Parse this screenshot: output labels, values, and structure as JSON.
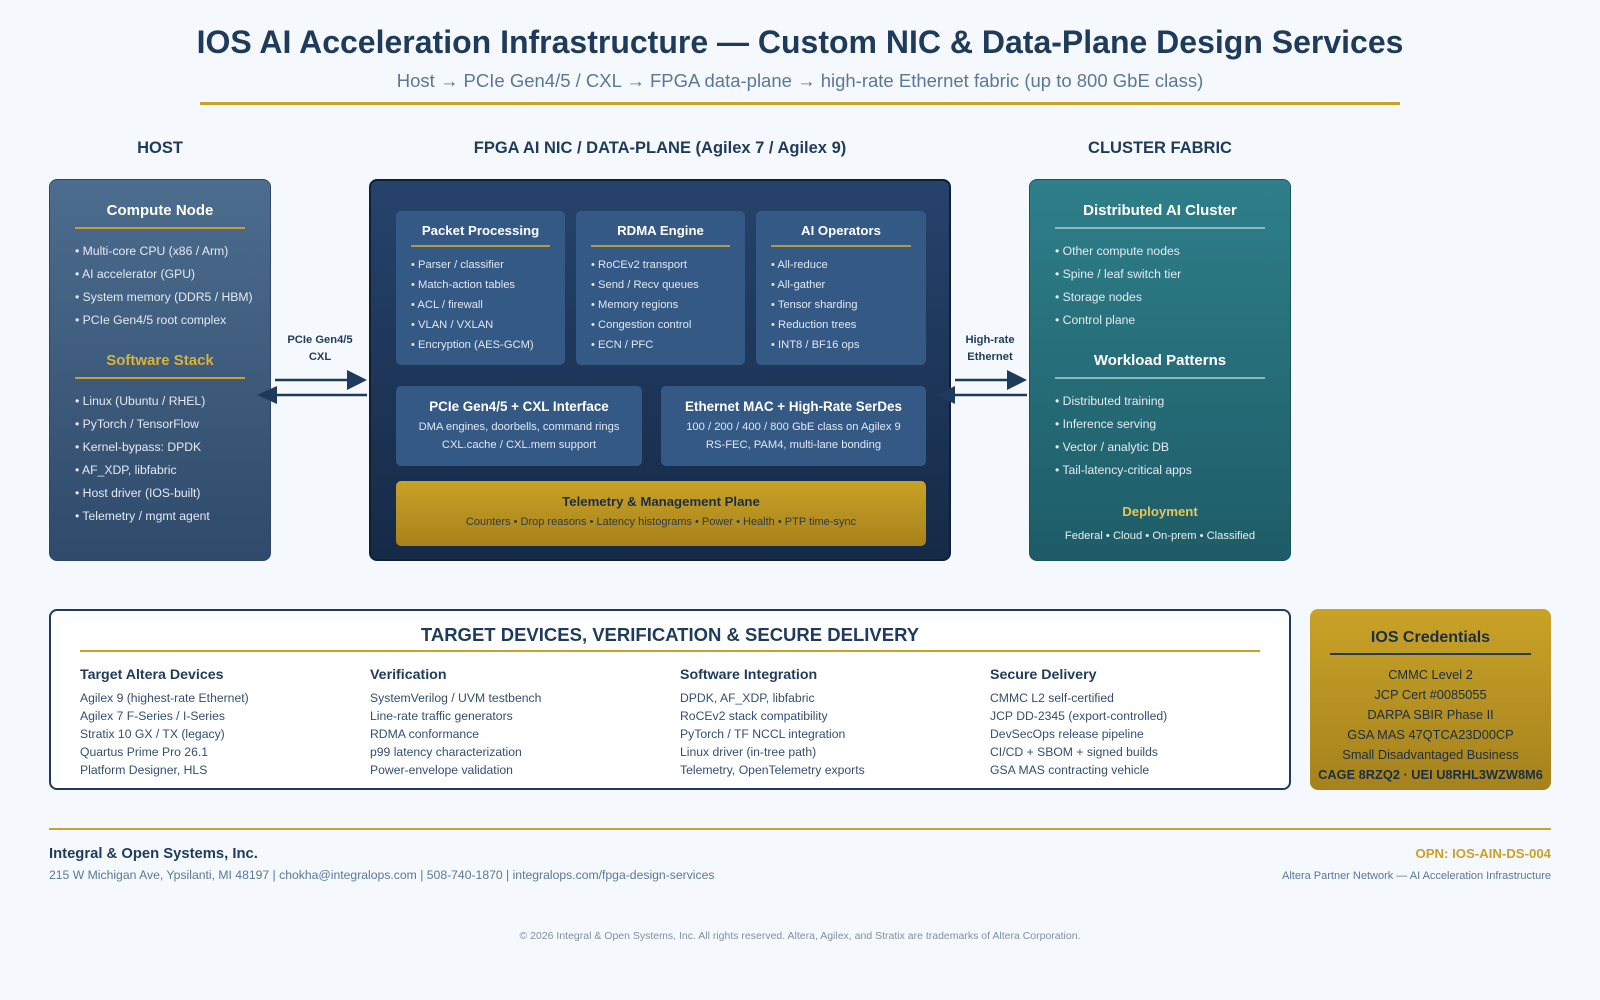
{
  "header": {
    "title": "IOS AI Acceleration Infrastructure — Custom NIC & Data-Plane Design Services",
    "subtitle": "Host → PCIe Gen4/5 / CXL → FPGA data-plane → high-rate Ethernet fabric (up to 800 GbE class)"
  },
  "columns": {
    "host": "HOST",
    "fpga": "FPGA AI NIC / DATA-PLANE (Agilex 7 / Agilex 9)",
    "cluster": "CLUSTER FABRIC"
  },
  "host_box": {
    "compute_title": "Compute Node",
    "compute_items": [
      "• Multi-core CPU (x86 / Arm)",
      "• AI accelerator (GPU)",
      "• System memory (DDR5 / HBM)",
      "• PCIe Gen4/5 root complex"
    ],
    "software_title": "Software Stack",
    "software_items": [
      "• Linux (Ubuntu / RHEL)",
      "• PyTorch / TensorFlow",
      "• Kernel-bypass: DPDK",
      "• AF_XDP, libfabric",
      "• Host driver (IOS-built)",
      "• Telemetry / mgmt agent"
    ]
  },
  "fpga_box": {
    "packet": {
      "title": "Packet Processing",
      "items": [
        "• Parser / classifier",
        "• Match-action tables",
        "• ACL / firewall",
        "• VLAN / VXLAN",
        "• Encryption (AES-GCM)"
      ]
    },
    "rdma": {
      "title": "RDMA Engine",
      "items": [
        "• RoCEv2 transport",
        "• Send / Recv queues",
        "• Memory regions",
        "• Congestion control",
        "• ECN / PFC"
      ]
    },
    "ai_ops": {
      "title": "AI Operators",
      "items": [
        "• All-reduce",
        "• All-gather",
        "• Tensor sharding",
        "• Reduction trees",
        "• INT8 / BF16 ops"
      ]
    },
    "pcie": {
      "title": "PCIe Gen4/5 + CXL Interface",
      "line1": "DMA engines, doorbells, command rings",
      "line2": "CXL.cache / CXL.mem support"
    },
    "ethernet": {
      "title": "Ethernet MAC + High-Rate SerDes",
      "line1": "100 / 200 / 400 / 800 GbE class on Agilex 9",
      "line2": "RS-FEC, PAM4, multi-lane bonding"
    },
    "telemetry": {
      "title": "Telemetry & Management Plane",
      "line": "Counters • Drop reasons • Latency histograms • Power • Health • PTP time-sync"
    }
  },
  "arrows": {
    "left_label_1": "PCIe Gen4/5",
    "left_label_2": "CXL",
    "right_label_1": "High-rate",
    "right_label_2": "Ethernet"
  },
  "cluster_box": {
    "cluster_title": "Distributed AI Cluster",
    "cluster_items": [
      "• Other compute nodes",
      "• Spine / leaf switch tier",
      "• Storage nodes",
      "• Control plane"
    ],
    "workload_title": "Workload Patterns",
    "workload_items": [
      "• Distributed training",
      "• Inference serving",
      "• Vector / analytic DB",
      "• Tail-latency-critical apps"
    ],
    "deployment_title": "Deployment",
    "deployment_line": "Federal • Cloud • On-prem • Classified"
  },
  "target_panel": {
    "title": "TARGET DEVICES, VERIFICATION & SECURE DELIVERY",
    "columns": [
      {
        "head": "Target Altera Devices",
        "items": [
          "Agilex 9 (highest-rate Ethernet)",
          "Agilex 7 F-Series / I-Series",
          "Stratix 10 GX / TX (legacy)",
          "Quartus Prime Pro 26.1",
          "Platform Designer, HLS"
        ]
      },
      {
        "head": "Verification",
        "items": [
          "SystemVerilog / UVM testbench",
          "Line-rate traffic generators",
          "RDMA conformance",
          "p99 latency characterization",
          "Power-envelope validation"
        ]
      },
      {
        "head": "Software Integration",
        "items": [
          "DPDK, AF_XDP, libfabric",
          "RoCEv2 stack compatibility",
          "PyTorch / TF NCCL integration",
          "Linux driver (in-tree path)",
          "Telemetry, OpenTelemetry exports"
        ]
      },
      {
        "head": "Secure Delivery",
        "items": [
          "CMMC L2 self-certified",
          "JCP DD-2345 (export-controlled)",
          "DevSecOps release pipeline",
          "CI/CD + SBOM + signed builds",
          "GSA MAS contracting vehicle"
        ]
      }
    ]
  },
  "credentials": {
    "title": "IOS Credentials",
    "items": [
      "CMMC Level 2",
      "JCP Cert #0085055",
      "DARPA SBIR Phase II",
      "GSA MAS 47QTCA23D00CP",
      "Small Disadvantaged Business"
    ],
    "cage": "CAGE 8RZQ2 · UEI U8RHL3WZW8M6"
  },
  "footer": {
    "company": "Integral & Open Systems, Inc.",
    "address": "215 W Michigan Ave, Ypsilanti, MI 48197 | chokha@integralops.com | 508-740-1870 | integralops.com/fpga-design-services",
    "opn": "OPN: IOS-AIN-DS-004",
    "partner": "Altera Partner Network — AI Acceleration Infrastructure",
    "copyright": "© 2026 Integral & Open Systems, Inc. All rights reserved. Altera, Agilex, and Stratix are trademarks of Altera Corporation."
  },
  "colors": {
    "navy": "#1f3b5c",
    "gold": "#c9a227",
    "teal": "#2e7f8a",
    "slate": "#4d6d8e"
  }
}
